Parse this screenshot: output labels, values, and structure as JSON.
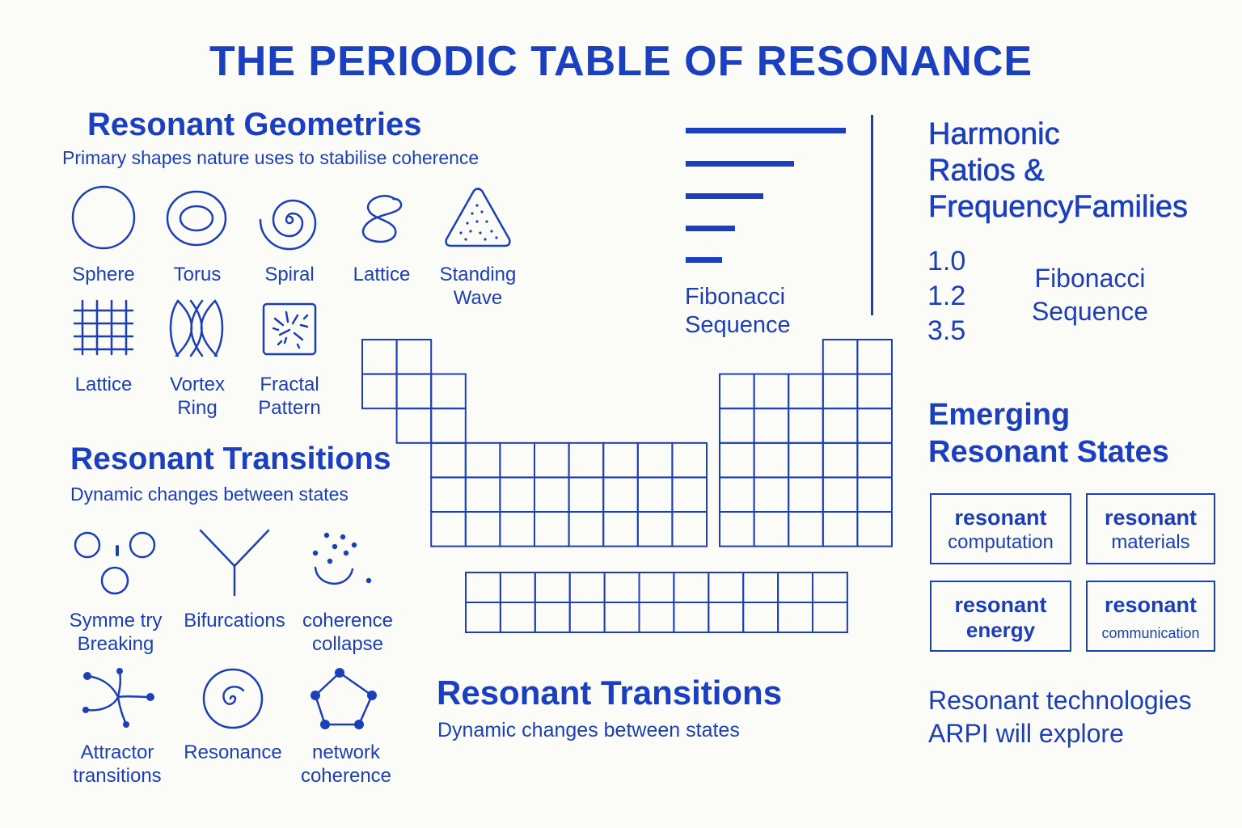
{
  "title": "THE PERIODIC TABLE OF RESONANCE",
  "geometries": {
    "heading": "Resonant Geometries",
    "subtitle": "Primary shapes nature uses to stabilise coherence",
    "items": [
      {
        "icon": "sphere-icon",
        "label": "Sphere"
      },
      {
        "icon": "torus-icon",
        "label": "Torus"
      },
      {
        "icon": "spiral-icon",
        "label": "Spiral"
      },
      {
        "icon": "lattice-loop-icon",
        "label": "Lattice"
      },
      {
        "icon": "standing-wave-icon",
        "label_line1": "Standing",
        "label_line2": "Wave"
      },
      {
        "icon": "lattice-grid-icon",
        "label": "Lattice"
      },
      {
        "icon": "vortex-ring-icon",
        "label_line1": "Vortex",
        "label_line2": "Ring"
      },
      {
        "icon": "fractal-pattern-icon",
        "label_line1": "Fractal",
        "label_line2": "Pattern"
      }
    ]
  },
  "transitions_left": {
    "heading": "Resonant Transitions",
    "subtitle": "Dynamic changes between states",
    "items": [
      {
        "icon": "symmetry-breaking-icon",
        "label_line1": "Symme try",
        "label_line2": "Breaking"
      },
      {
        "icon": "bifurcation-icon",
        "label": "Bifurcations"
      },
      {
        "icon": "coherence-collapse-icon",
        "label_line1": "coherence",
        "label_line2": "collapse"
      },
      {
        "icon": "attractor-icon",
        "label_line1": "Attractor",
        "label_line2": "transitions"
      },
      {
        "icon": "resonance-spiral-icon",
        "label": "Resonance"
      },
      {
        "icon": "network-icon",
        "label_line1": "network",
        "label_line2": "coherence"
      }
    ]
  },
  "fibonacci_chart": {
    "label_line1": "Fibonacci",
    "label_line2": "Sequence"
  },
  "harmonic": {
    "heading_line1": "Harmonic",
    "heading_line2": "Ratios &",
    "heading_line3": "FrequencyFamilies",
    "ratios": [
      "1.0",
      "1.2",
      "3.5"
    ],
    "family_line1": "Fibonacci",
    "family_line2": "Sequence"
  },
  "emerging": {
    "heading_line1": "Emerging",
    "heading_line2": "Resonant States",
    "boxes": [
      {
        "line1": "resonant",
        "line2": "computation"
      },
      {
        "line1": "resonant",
        "line2": "materials"
      },
      {
        "line1": "resonant",
        "line2": "energy"
      },
      {
        "line1": "resonant",
        "line2": "communication"
      }
    ],
    "note_line1": "Resonant technologies",
    "note_line2": "ARPI will explore"
  },
  "transitions_bottom": {
    "heading": "Resonant Transitions",
    "subtitle": "Dynamic changes between states"
  },
  "colors": {
    "ink": "#1c3fb8",
    "background": "#fbfbf7"
  }
}
